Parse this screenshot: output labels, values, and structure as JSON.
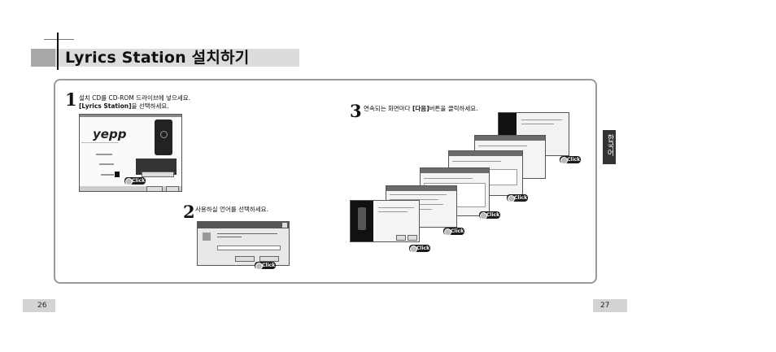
{
  "header": {
    "title": "Lyrics Station 설치하기"
  },
  "step1": {
    "number": "1",
    "line1": "설치 CD를 CD-ROM 드라이브에 넣으세요.",
    "line2_bold": "[Lyrics Station]",
    "line2_rest": "을 선택하세요.",
    "brand": "yepp",
    "click_label": "Click"
  },
  "step2": {
    "number": "2",
    "text": "사용하실 언어를 선택하세요.",
    "click_label": "Click"
  },
  "step3": {
    "number": "3",
    "text_pre": "연속되는 화면마다 ",
    "text_bold": "[다음]",
    "text_post": "버튼을 클릭하세요.",
    "click_label": "Click"
  },
  "side_tab": {
    "label": "한국어"
  },
  "pages": {
    "left": "26",
    "right": "27"
  }
}
